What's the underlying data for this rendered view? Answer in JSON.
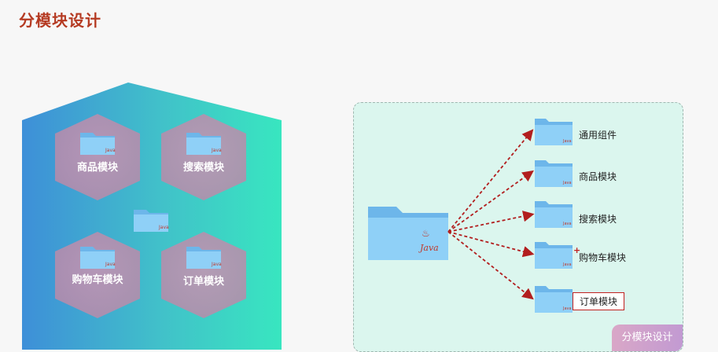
{
  "page": {
    "title": "分模块设计"
  },
  "left_figure": {
    "modules": [
      {
        "label": "商品模块"
      },
      {
        "label": "搜索模块"
      },
      {
        "label": "购物车模块"
      },
      {
        "label": "订单模块"
      }
    ],
    "center_icon": "java-folder-icon"
  },
  "right_panel": {
    "root_icon": "java-folder-icon",
    "root_java_text": "Java",
    "nodes": [
      {
        "label": "通用组件",
        "highlighted": false
      },
      {
        "label": "商品模块",
        "highlighted": false
      },
      {
        "label": "搜索模块",
        "highlighted": false
      },
      {
        "label": "购物车模块",
        "highlighted": false,
        "marker": "+"
      },
      {
        "label": "订单模块",
        "highlighted": true
      }
    ],
    "arrow_color": "#b21e1e",
    "badge": "分模块设计"
  },
  "colors": {
    "title": "#b53a22",
    "folder": "#7fc4ee",
    "arrow": "#b21e1e"
  }
}
